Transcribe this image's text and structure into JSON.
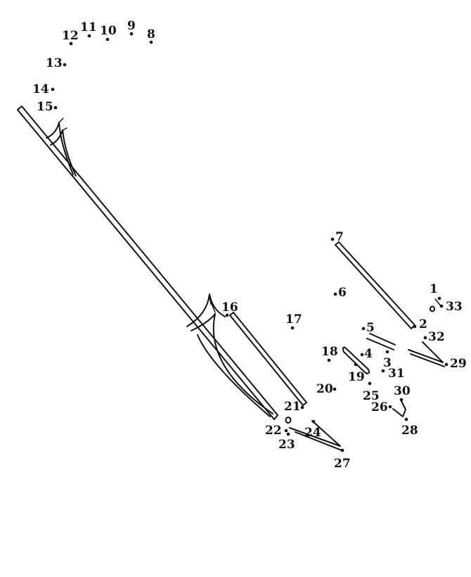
{
  "puzzle": {
    "dots": [
      {
        "n": "1"
      },
      {
        "n": "2"
      },
      {
        "n": "3"
      },
      {
        "n": "4"
      },
      {
        "n": "5"
      },
      {
        "n": "6"
      },
      {
        "n": "7"
      },
      {
        "n": "8"
      },
      {
        "n": "9"
      },
      {
        "n": "10"
      },
      {
        "n": "11"
      },
      {
        "n": "12"
      },
      {
        "n": "13"
      },
      {
        "n": "14"
      },
      {
        "n": "15"
      },
      {
        "n": "16"
      },
      {
        "n": "17"
      },
      {
        "n": "18"
      },
      {
        "n": "19"
      },
      {
        "n": "20"
      },
      {
        "n": "21"
      },
      {
        "n": "22"
      },
      {
        "n": "23"
      },
      {
        "n": "24"
      },
      {
        "n": "25"
      },
      {
        "n": "26"
      },
      {
        "n": "27"
      },
      {
        "n": "28"
      },
      {
        "n": "29"
      },
      {
        "n": "30"
      },
      {
        "n": "31"
      },
      {
        "n": "32"
      },
      {
        "n": "33"
      }
    ],
    "ink_color": "#111111",
    "paper_color": "#ffffff"
  }
}
